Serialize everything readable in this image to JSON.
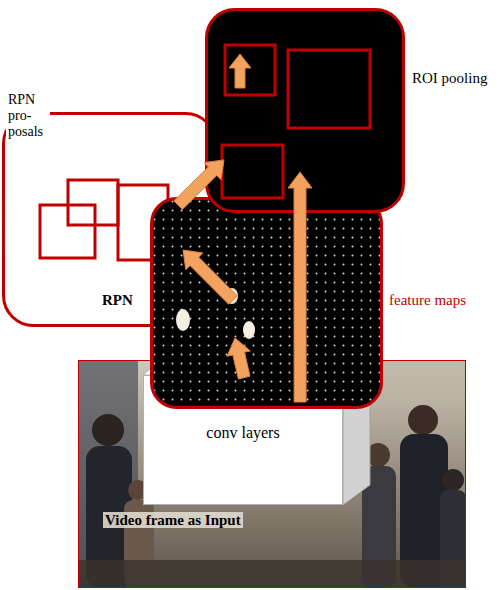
{
  "diagram": {
    "nodes": [
      {
        "text": [
          "ROI pooling"
        ]
      },
      {
        "text": [
          "RPN pro- posals",
          "RPN"
        ]
      },
      {
        "text": [
          "feature maps"
        ]
      },
      {
        "text": [
          "conv layers"
        ]
      },
      {
        "text": [
          "Video frame as Input"
        ]
      }
    ],
    "edges": [
      {
        "from": 3,
        "to": 2,
        "arrow": "to"
      },
      {
        "from": 2,
        "to": 1,
        "arrow": "to"
      },
      {
        "from": 1,
        "to": 0,
        "arrow": "to"
      },
      {
        "from": 2,
        "to": 0,
        "arrow": "to"
      }
    ]
  }
}
